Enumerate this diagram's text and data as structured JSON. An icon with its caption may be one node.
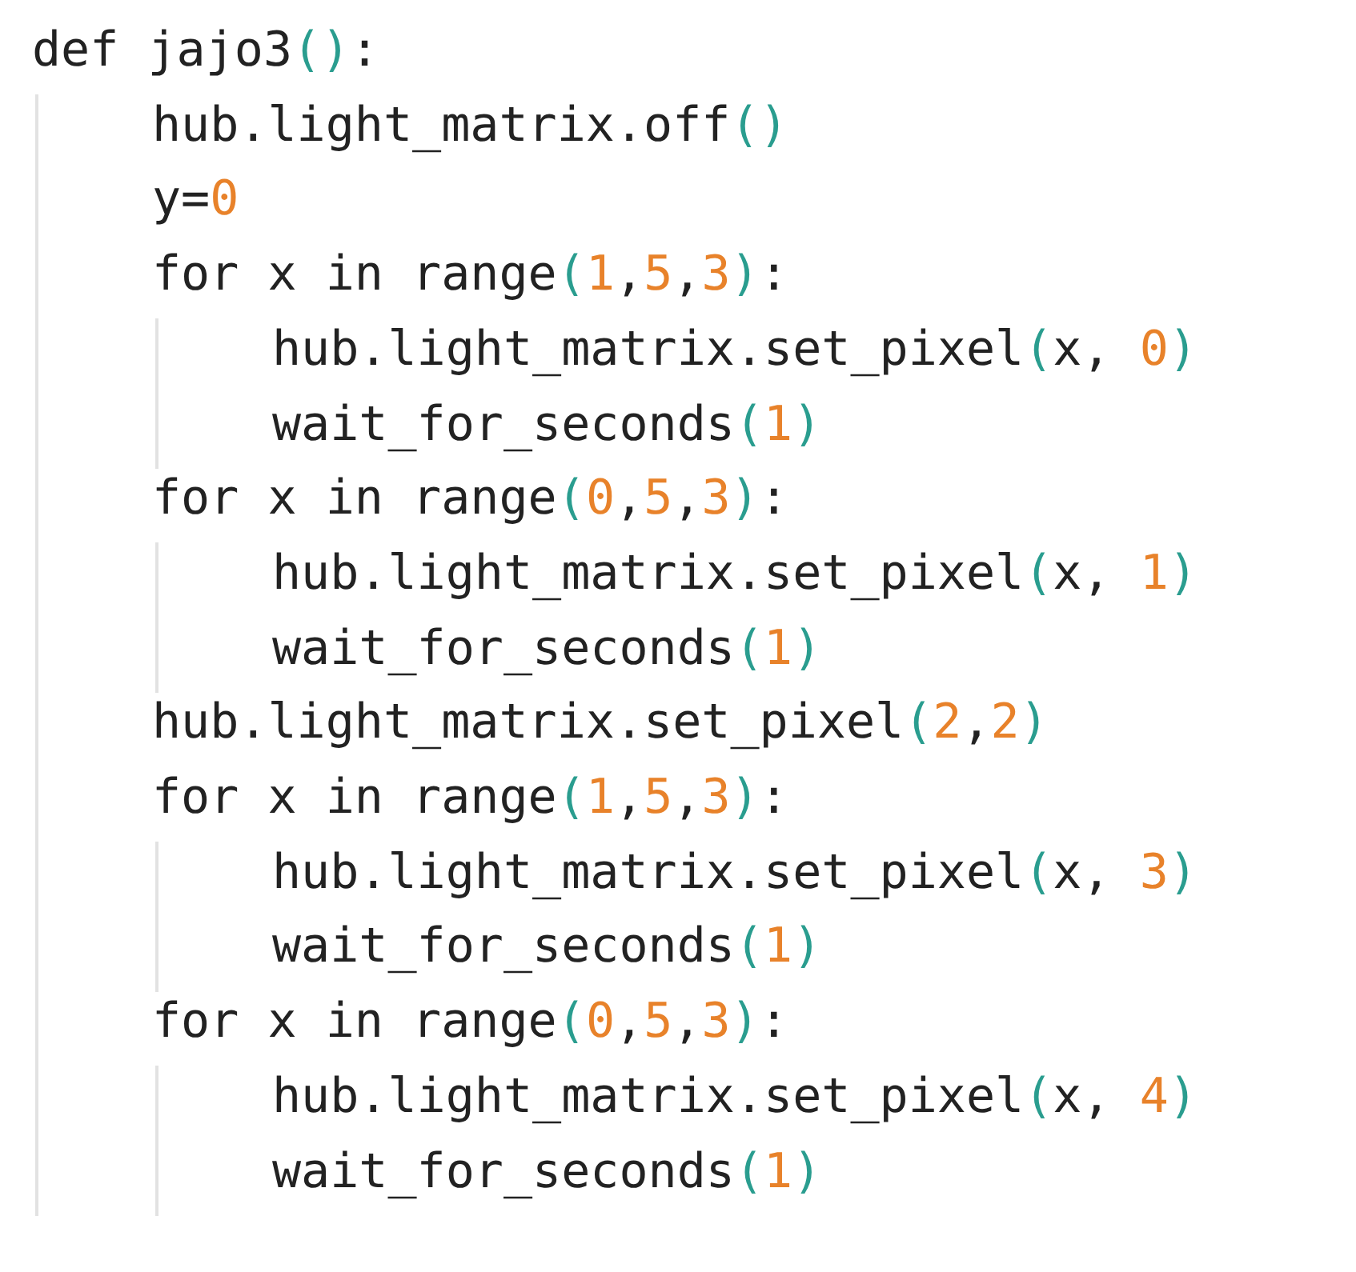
{
  "diagram": {
    "labels": [
      "def jajo3():",
      "hub.light_matrix.off()",
      "y=0",
      "for x in range(1,5,3):",
      "hub.light_matrix.set_pixel(x, 0)",
      "wait_for_seconds(1)",
      "for x in range(0,5,3):",
      "hub.light_matrix.set_pixel(x, 1)",
      "wait_for_seconds(1)",
      "hub.light_matrix.set_pixel(2,2)",
      "for x in range(1,5,3):",
      "hub.light_matrix.set_pixel(x, 3)",
      "wait_for_seconds(1)",
      "for x in range(0,5,3):",
      "hub.light_matrix.set_pixel(x, 4)",
      "wait_for_seconds(1)"
    ]
  }
}
